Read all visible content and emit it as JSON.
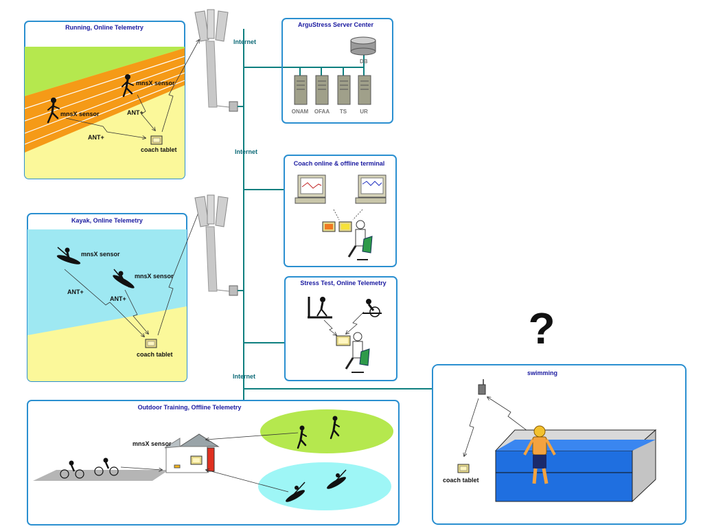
{
  "panels": {
    "running": {
      "title": "Running, Online Telemetry",
      "sensor1": "mnsX sensor",
      "sensor2": "mnsX sensor",
      "ant1": "ANT+",
      "ant2": "ANT+",
      "tablet": "coach tablet"
    },
    "kayak": {
      "title": "Kayak, Online Telemetry",
      "sensor1": "mnsX sensor",
      "sensor2": "mnsX sensor",
      "ant1": "ANT+",
      "ant2": "ANT+",
      "tablet": "coach tablet"
    },
    "outdoor": {
      "title": "Outdoor Training, Offline Telemetry",
      "sensor": "mnsX sensor"
    },
    "server": {
      "title": "ArguStress Server Center",
      "db": "DB",
      "servers": [
        "ONAM",
        "OFAA",
        "TS",
        "UR"
      ]
    },
    "coach": {
      "title": "Coach online & offline terminal"
    },
    "stress": {
      "title": "Stress Test, Online Telemetry"
    },
    "swimming": {
      "title": "swimming",
      "tablet": "coach tablet",
      "question": "?"
    }
  },
  "network": {
    "internet1": "Internet",
    "internet2": "Internet",
    "internet3": "Internet"
  },
  "colors": {
    "border": "#2a8fd0",
    "title": "#1a1aa0",
    "wire": "#0e7f7f",
    "grass": "#b5e84e",
    "track": "#f59a17",
    "sand": "#fbf89a",
    "water": "#9ee8f2",
    "pool": "#1f6fe0"
  }
}
